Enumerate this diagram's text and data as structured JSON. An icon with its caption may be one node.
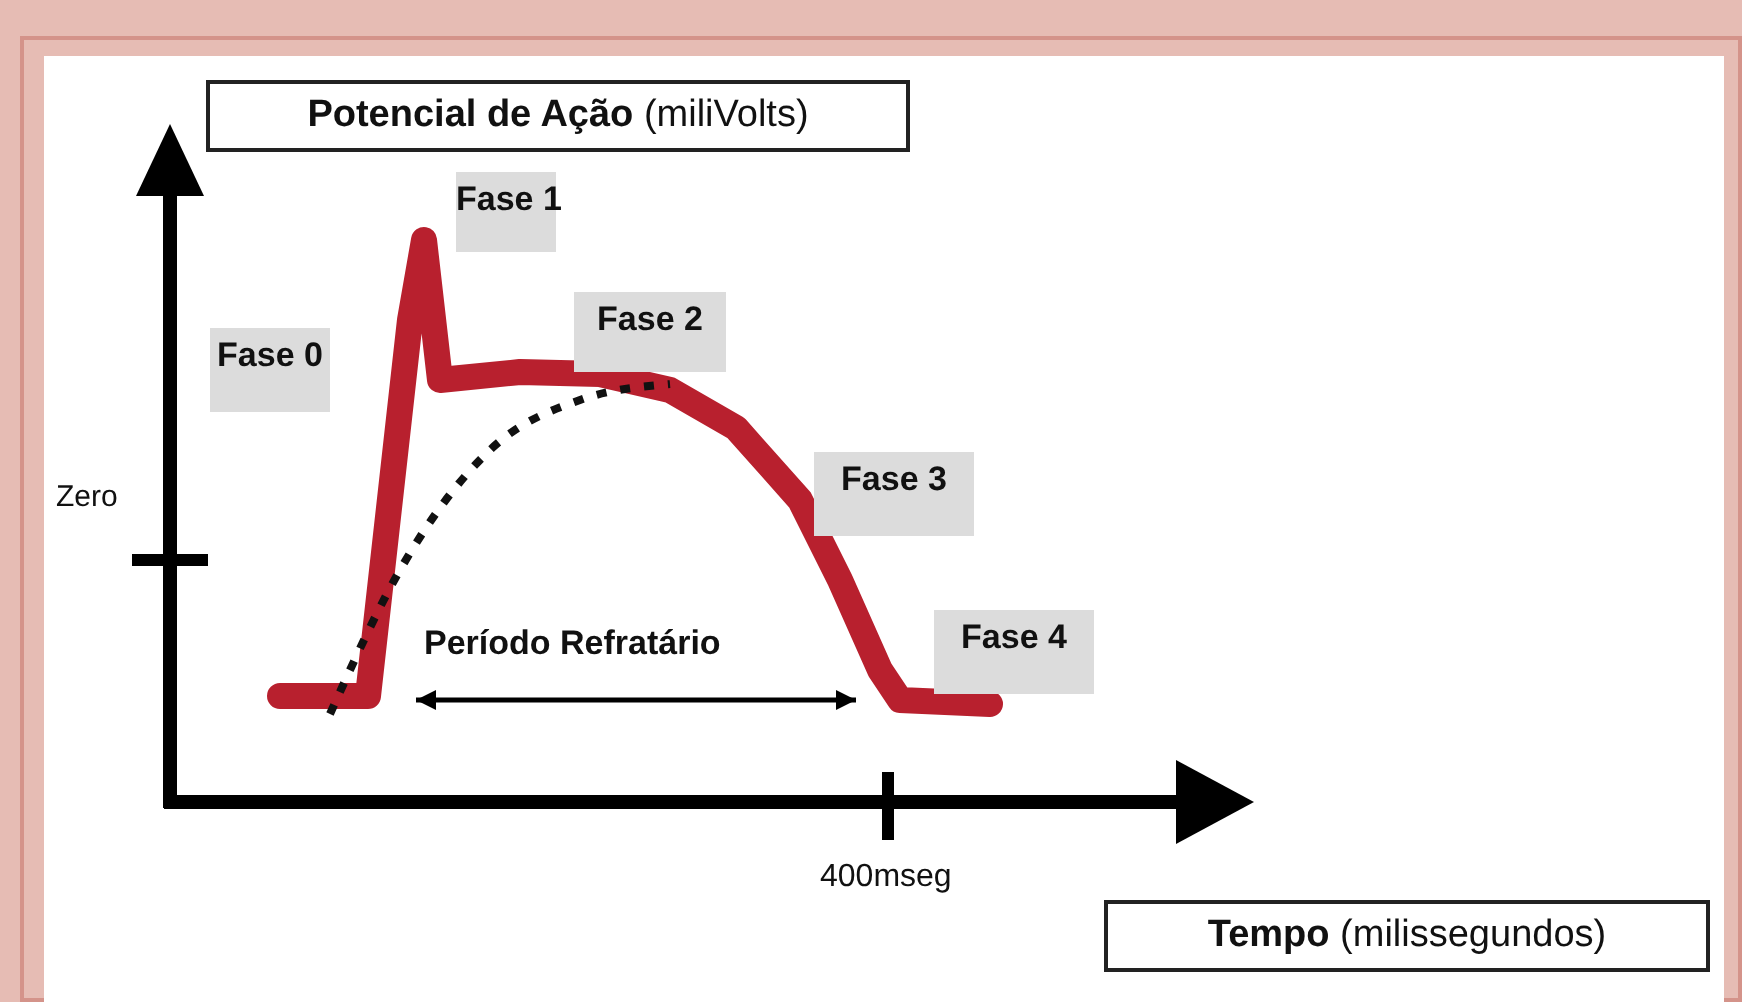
{
  "diagram": {
    "nodes": [
      {
        "text": [
          "**Potencial de Ação** (miliVolts)"
        ]
      },
      {
        "text": [
          "Fase 1"
        ]
      },
      {
        "text": [
          "Fase 0"
        ]
      },
      {
        "text": [
          "Fase 2"
        ]
      },
      {
        "text": [
          "Fase 3"
        ]
      },
      {
        "text": [
          "Fase 4"
        ]
      },
      {
        "text": [
          "**Tempo** (milissegundos)"
        ]
      }
    ],
    "edges": [],
    "labels": [
      "Zero",
      "Período Refratário",
      "400mseg"
    ]
  }
}
